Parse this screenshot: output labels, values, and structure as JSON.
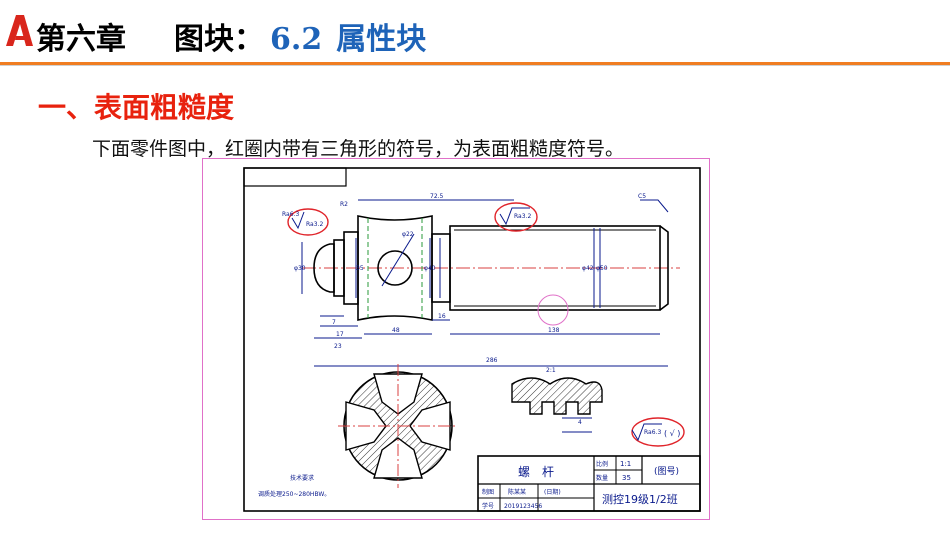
{
  "header": {
    "chapter": "第六章",
    "topic": "图块：",
    "section_number": "6.2",
    "section_title": "属性块"
  },
  "section_heading": "一、表面粗糙度",
  "description": "下面零件图中，红圈内带有三角形的符号，为表面粗糙度符号。",
  "drawing": {
    "roughness_left": "Ra3.2",
    "roughness_left_small": "Ra6.3",
    "roughness_top": "Ra3.2",
    "roughness_bottom": "Ra6.3",
    "roughness_bottom_suffix": "( √ )",
    "chamfer": "C5",
    "radius": "R2",
    "dim_top": "72.5",
    "dia_30": "φ30",
    "dia_35": "35",
    "dia_22": "φ22",
    "dia_40": "φ40",
    "dia_42": "φ42",
    "dia_50": "φ50",
    "dim_7": "7",
    "dim_17": "17",
    "dim_23": "23",
    "dim_48": "48",
    "dim_16": "16",
    "dim_138": "138",
    "dim_286": "286",
    "scale_detail": "2:1",
    "dim_4": "4",
    "tech_req_title": "技术要求",
    "tech_req_text": "调质处理250~280HBW。",
    "title_block": {
      "part_name": "螺　杆",
      "scale_label": "比例",
      "scale_value": "1:1",
      "count_label": "数量",
      "count_value": "35",
      "drawing_no": "(图号)",
      "drafter_label": "制图",
      "drafter_name": "陈某某",
      "date_label": "(日期)",
      "check_label": "学号",
      "student_id": "2019123456",
      "school": "测控19级1/2班"
    }
  },
  "colors": {
    "accent_orange": "#f07d22",
    "title_blue": "#1e63b8",
    "heading_red": "#e8220e",
    "drawing_blue": "#0a1a8c",
    "annotation_red": "#e0242a",
    "frame_magenta": "#e070c8"
  }
}
